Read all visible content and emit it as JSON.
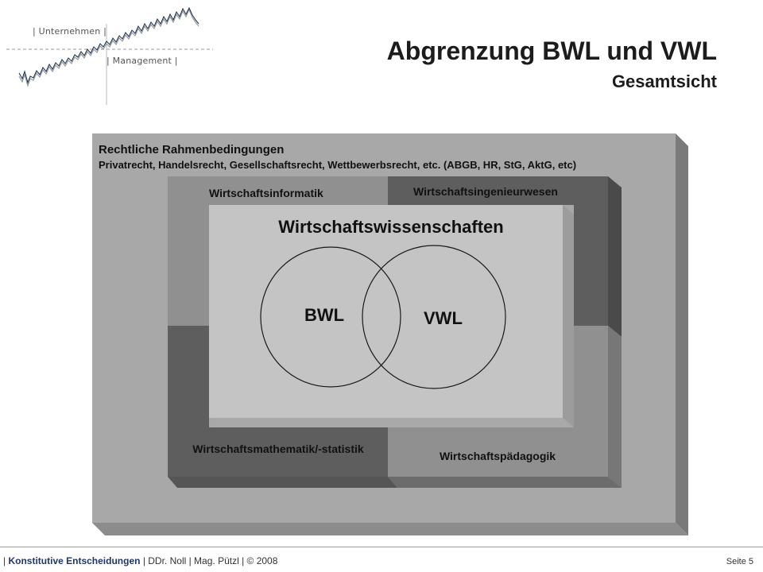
{
  "header": {
    "logo_top": "| Unternehmen |",
    "logo_bottom": "| Management |",
    "title": "Abgrenzung BWL und VWL",
    "subtitle": "Gesamtsicht"
  },
  "diagram": {
    "outer_title": "Rechtliche Rahmenbedingungen",
    "outer_subtitle": "Privatrecht, Handelsrecht, Gesellschaftsrecht, Wettbewerbsrecht, etc. (ABGB, HR, StG, AktG, etc)",
    "quadrants": {
      "top_left": "Wirtschaftsinformatik",
      "top_right": "Wirtschaftsingenieurwesen",
      "bottom_left": "Wirtschaftsmathematik/-statistik",
      "bottom_right": "Wirtschaftspädagogik"
    },
    "center_title": "Wirtschaftswissenschaften",
    "circle_left": "BWL",
    "circle_right": "VWL",
    "colors": {
      "outer_face": "#a8a8a8",
      "outer_side": "#7a7a7a",
      "light_quadrant": "#909090",
      "dark_quadrant": "#5e5e5e",
      "center_face": "#c4c4c4",
      "center_side": "#9c9c9c"
    }
  },
  "footer": {
    "section": "Konstitutive  Entscheidungen",
    "credits": "| DDr. Noll | Mag. Pützl | © 2008",
    "page": "Seite 5"
  }
}
